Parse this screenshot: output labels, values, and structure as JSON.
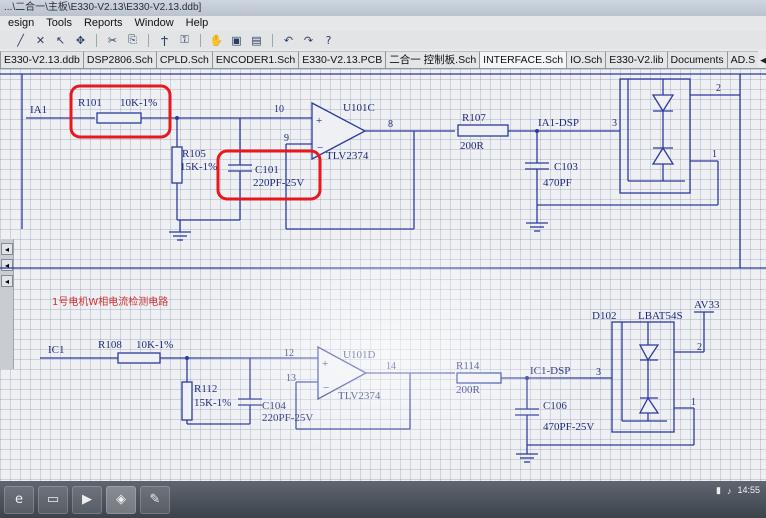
{
  "window": {
    "title": "...\\二合一\\主板\\E330-V2.13\\E330-V2.13.ddb]"
  },
  "menu": [
    "esign",
    "Tools",
    "Reports",
    "Window",
    "Help"
  ],
  "toolbar": {
    "buttons": [
      "wire-icon",
      "cross-icon",
      "arrow-icon",
      "move-icon",
      "scissors-icon",
      "clip-icon",
      "probe-icon",
      "lock-icon",
      "hand-icon",
      "camera-icon",
      "book-icon",
      "undo-icon",
      "redo-icon",
      "help-icon"
    ],
    "help_glyph": "?"
  },
  "tabs": [
    {
      "label": "E330-V2.13.ddb",
      "active": false
    },
    {
      "label": "DSP2806.Sch",
      "active": false
    },
    {
      "label": "CPLD.Sch",
      "active": false
    },
    {
      "label": "ENCODER1.Sch",
      "active": false
    },
    {
      "label": "E330-V2.13.PCB",
      "active": false
    },
    {
      "label": "二合一 控制板.Sch",
      "active": false
    },
    {
      "label": "INTERFACE.Sch",
      "active": true
    },
    {
      "label": "IO.Sch",
      "active": false
    },
    {
      "label": "E330-V2.lib",
      "active": false
    },
    {
      "label": "Documents",
      "active": false
    },
    {
      "label": "AD.S",
      "active": false
    }
  ],
  "schematic": {
    "top": {
      "net_in": "IA1",
      "r101_ref": "R101",
      "r101_val": "10K-1%",
      "r105_ref": "R105",
      "r105_val": "15K-1%",
      "c101_ref": "C101",
      "c101_val": "220PF-25V",
      "opamp_ref": "U101C",
      "opamp_val": "TLV2374",
      "pin_10": "10",
      "pin_9": "9",
      "pin_8": "8",
      "r107_ref": "R107",
      "r107_val": "200R",
      "net_out": "IA1-DSP",
      "c103_ref": "C103",
      "c103_val": "470PF",
      "pin_3": "3",
      "pin_2": "2",
      "pin_1": "1"
    },
    "bottom": {
      "note": "1号电机W相电流检测电路",
      "net_in": "IC1",
      "r108_ref": "R108",
      "r108_val": "10K-1%",
      "r112_ref": "R112",
      "r112_val": "15K-1%",
      "c104_ref": "C104",
      "c104_val": "220PF-25V",
      "opamp_ref": "U101D",
      "opamp_val": "TLV2374",
      "pin_12": "12",
      "pin_13": "13",
      "pin_14": "14",
      "r114_ref": "R114",
      "r114_val": "200R",
      "net_out": "IC1-DSP",
      "c106_ref": "C106",
      "c106_val": "470PF-25V",
      "diode_ref": "D102",
      "diode_val": "LBAT54S",
      "power_net": "AV33",
      "pin_3": "3",
      "pin_2": "2",
      "pin_1": "1"
    }
  },
  "taskbar": {
    "apps": [
      "ie-icon",
      "explorer-icon",
      "media-icon",
      "protel-icon",
      "paint-icon"
    ],
    "time": "14:55"
  },
  "colors": {
    "wire": "#2b3a9e",
    "highlight": "#e8191e",
    "grid": "#eef0f4"
  }
}
